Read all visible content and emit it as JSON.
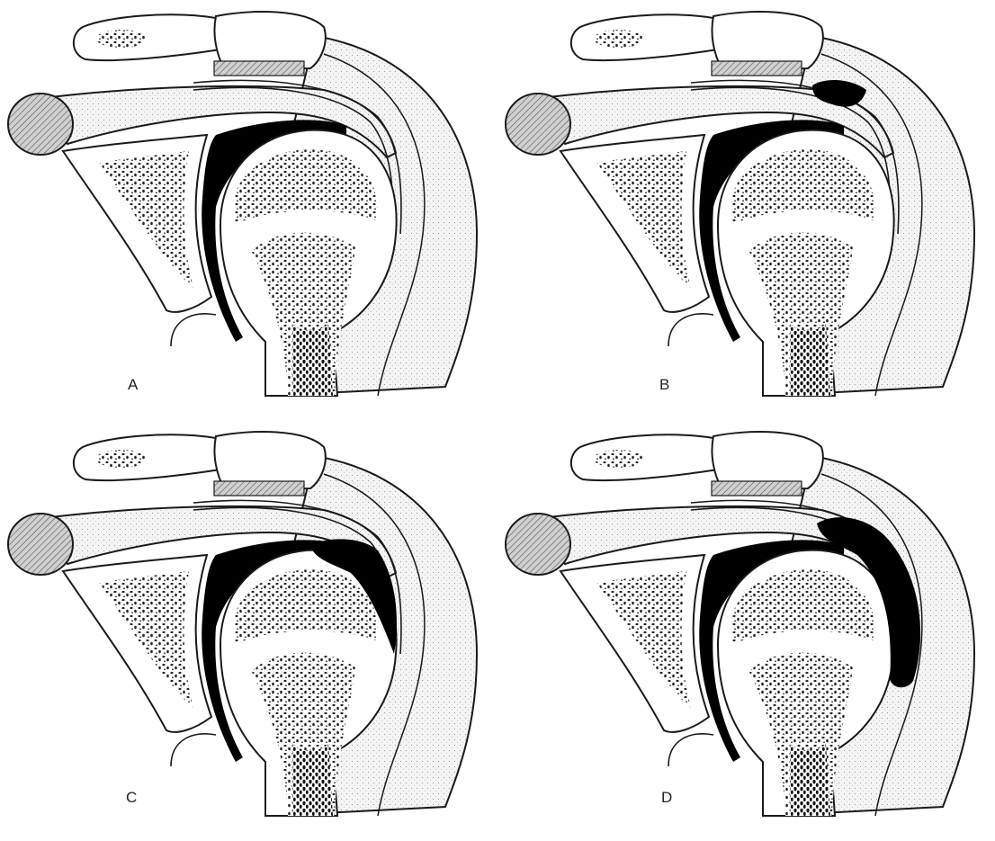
{
  "figure": {
    "panels": [
      {
        "label": "A",
        "effusion": "none"
      },
      {
        "label": "B",
        "effusion": "small"
      },
      {
        "label": "C",
        "effusion": "moderate"
      },
      {
        "label": "D",
        "effusion": "large"
      }
    ]
  },
  "colors": {
    "ink": "#1a1a1a",
    "fluid": "#000000",
    "tissue_fill": "#eeeeee",
    "background": "#ffffff"
  }
}
